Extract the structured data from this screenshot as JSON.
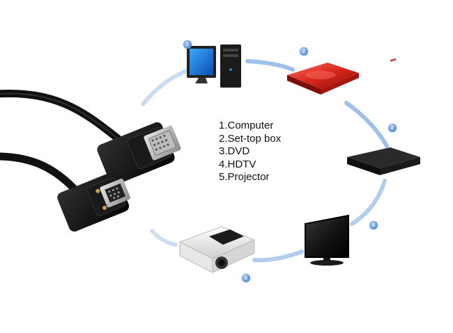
{
  "badges": [
    "1",
    "2",
    "3",
    "4",
    "5"
  ],
  "legend": [
    "1.Computer",
    "2.Set-top box",
    "3.DVD",
    "4.HDTV",
    "5.Projector"
  ],
  "devices": [
    "cable-icon",
    "computer-icon",
    "set-top-box-icon",
    "dvd-player-icon",
    "hdtv-icon",
    "projector-icon"
  ],
  "colors": {
    "ring": "#9ec0ea",
    "badge": "#5a8fe0",
    "text": "#111111"
  }
}
